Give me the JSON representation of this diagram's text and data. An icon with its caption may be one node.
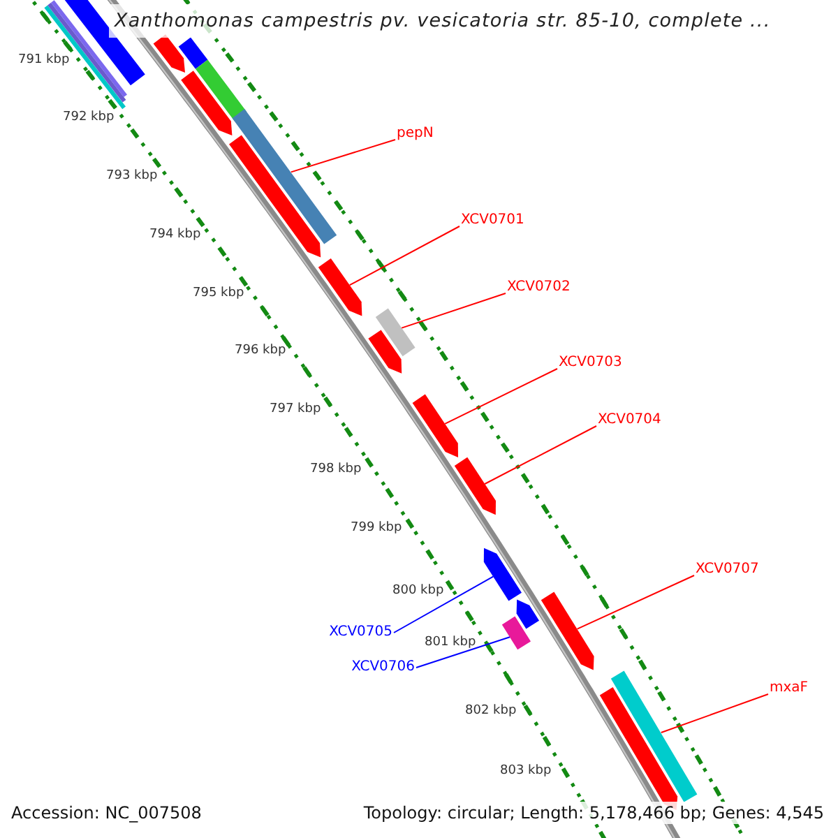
{
  "diagram": {
    "title": "Xanthomonas campestris pv. vesicatoria str. 85-10, complete ...",
    "nodes": [
      {
        "text": [
          "pepN"
        ]
      },
      {
        "text": [
          "XCV0701"
        ]
      },
      {
        "text": [
          "XCV0702"
        ]
      },
      {
        "text": [
          "XCV0703"
        ]
      },
      {
        "text": [
          "XCV0704"
        ]
      },
      {
        "text": [
          "XCV0707"
        ]
      },
      {
        "text": [
          "mxaF"
        ]
      },
      {
        "text": [
          "XCV0705"
        ]
      },
      {
        "text": [
          "XCV0706"
        ]
      },
      {
        "text": [],
        "shape": "bar"
      },
      {
        "text": [],
        "shape": "bar"
      },
      {
        "text": [],
        "shape": "bar"
      },
      {
        "text": [],
        "shape": "bar"
      },
      {
        "text": [],
        "shape": "bar"
      },
      {
        "text": [],
        "shape": "arrow"
      },
      {
        "text": [],
        "shape": "bar"
      },
      {
        "text": [],
        "shape": "arrow"
      },
      {
        "text": [],
        "shape": "bar"
      },
      {
        "text": [],
        "shape": "arrow"
      },
      {
        "text": [],
        "shape": "arrow"
      },
      {
        "text": [],
        "shape": "bar"
      },
      {
        "text": [],
        "shape": "arrow"
      },
      {
        "text": [],
        "shape": "arrow"
      },
      {
        "text": [],
        "shape": "arrow"
      },
      {
        "text": [],
        "shape": "arrow"
      },
      {
        "text": [],
        "shape": "arrow"
      },
      {
        "text": [],
        "shape": "bar"
      },
      {
        "text": [],
        "shape": "arrow"
      },
      {
        "text": [],
        "shape": "bar"
      },
      {
        "text": [],
        "shape": "arrow"
      }
    ],
    "edges": [
      {
        "from": 0,
        "to": 17,
        "arrow": "none"
      },
      {
        "from": 1,
        "to": 19,
        "arrow": "none"
      },
      {
        "from": 2,
        "to": 20,
        "arrow": "none"
      },
      {
        "from": 3,
        "to": 22,
        "arrow": "none"
      },
      {
        "from": 4,
        "to": 23,
        "arrow": "none"
      },
      {
        "from": 7,
        "to": 24,
        "arrow": "none",
        "color": "#0000ff"
      },
      {
        "from": 8,
        "to": 26,
        "arrow": "none",
        "color": "#0000ff"
      },
      {
        "from": 5,
        "to": 27,
        "arrow": "none"
      },
      {
        "from": 6,
        "to": 28,
        "arrow": "none"
      }
    ],
    "labels": [
      "791 kbp",
      "792 kbp",
      "793 kbp",
      "794 kbp",
      "795 kbp",
      "796 kbp",
      "797 kbp",
      "798 kbp",
      "799 kbp",
      "800 kbp",
      "801 kbp",
      "802 kbp",
      "803 kbp",
      "Accession: NC_007508",
      "Topology: circular; Length: 5,178,466 bp; Genes: 4,545"
    ]
  }
}
